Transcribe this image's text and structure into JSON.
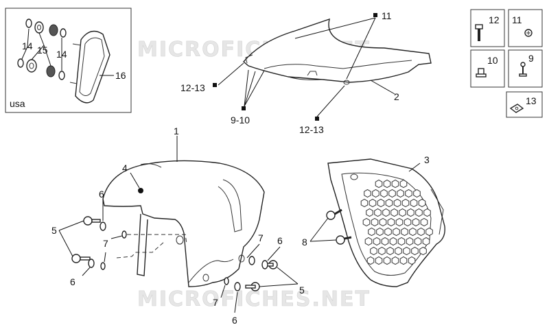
{
  "watermark": "MICROFICHES.NET",
  "inset": {
    "region_label": "usa",
    "callouts": [
      "14",
      "15",
      "14",
      "16"
    ]
  },
  "callouts": {
    "c1": "1",
    "c2": "2",
    "c3": "3",
    "c4": "4",
    "c5a": "5",
    "c5b": "5",
    "c6a": "6",
    "c6b": "6",
    "c6c": "6",
    "c6d": "6",
    "c7a": "7",
    "c7b": "7",
    "c7c": "7",
    "c8": "8",
    "c9_10": "9-10",
    "c11": "11",
    "c12_13a": "12-13",
    "c12_13b": "12-13"
  },
  "legend": [
    {
      "number": "12",
      "icon": "screw-icon"
    },
    {
      "number": "11",
      "icon": "screw-head-icon"
    },
    {
      "number": "10",
      "icon": "nut-icon"
    },
    {
      "number": "9",
      "icon": "clip-screw-icon"
    },
    {
      "number": "13",
      "icon": "clip-nut-icon"
    }
  ]
}
